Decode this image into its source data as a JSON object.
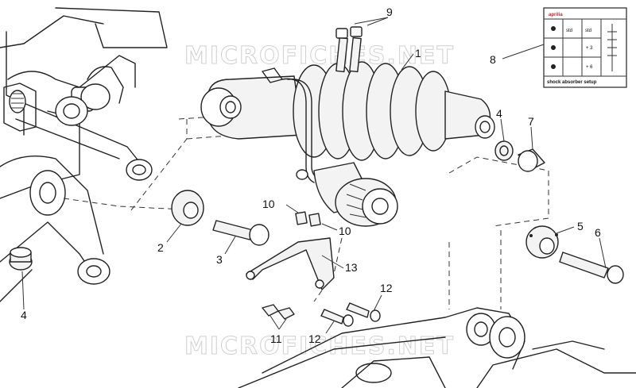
{
  "watermark": "MICROFICHES.NET",
  "callouts": {
    "c1": "1",
    "c2": "2",
    "c3": "3",
    "c4a": "4",
    "c4b": "4",
    "c5": "5",
    "c6": "6",
    "c7": "7",
    "c8": "8",
    "c9": "9",
    "c10a": "10",
    "c10b": "10",
    "c11": "11",
    "c12a": "12",
    "c12b": "12",
    "c13": "13"
  },
  "decal": {
    "brand": "aprilia",
    "col_std_1": "std",
    "col_std_2": "std",
    "row_plus_3": "+ 3",
    "row_plus_6": "+ 6",
    "caption": "shock absorber setup"
  },
  "colors": {
    "line": "#222222",
    "watermark": "#d0d0d0",
    "brand_red": "#d21f1f"
  }
}
